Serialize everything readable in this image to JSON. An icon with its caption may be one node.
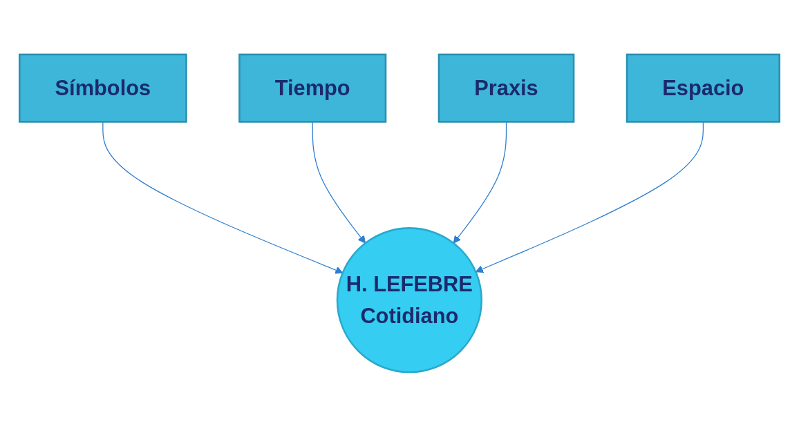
{
  "diagram": {
    "nodes": [
      {
        "text": [
          "Símbolos"
        ]
      },
      {
        "text": [
          "Tiempo"
        ]
      },
      {
        "text": [
          "Praxis"
        ]
      },
      {
        "text": [
          "Espacio"
        ]
      },
      {
        "text": [
          "H. LEFEBRE",
          "Cotidiano"
        ]
      }
    ],
    "edges": [
      {
        "from": 0,
        "to": 4,
        "arrow": "to"
      },
      {
        "from": 1,
        "to": 4,
        "arrow": "to"
      },
      {
        "from": 2,
        "to": 4,
        "arrow": "to"
      },
      {
        "from": 3,
        "to": 4,
        "arrow": "to"
      }
    ]
  }
}
